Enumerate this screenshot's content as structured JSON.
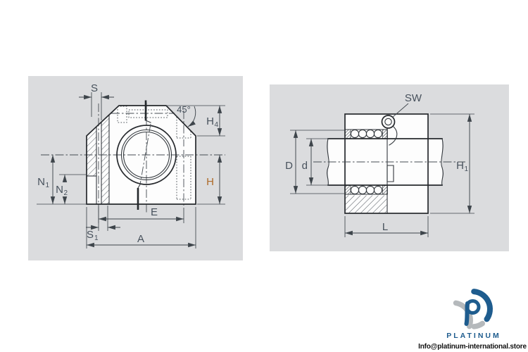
{
  "colors": {
    "panel_background": "#dbdcde",
    "outline": "#26292d",
    "dimension_lines": "#3e454b",
    "label": "#47515c",
    "label_accent": "#ae6a28",
    "logo_blue": "#1e5c8e",
    "logo_gray": "#b5b9bc"
  },
  "left_view": {
    "labels": {
      "S": {
        "label": "S"
      },
      "angle": {
        "label": "45°"
      },
      "H4": {
        "label": "H",
        "sub": "4"
      },
      "N1": {
        "label": "N",
        "sub": "1"
      },
      "N2": {
        "label": "N",
        "sub": "2"
      },
      "E": {
        "label": "E"
      },
      "S1": {
        "label": "S",
        "sub": "1"
      },
      "A": {
        "label": "A"
      },
      "H": {
        "label": "H"
      }
    }
  },
  "right_view": {
    "labels": {
      "SW": {
        "label": "SW"
      },
      "D": {
        "label": "D"
      },
      "d": {
        "label": "d"
      },
      "H1": {
        "label": "H",
        "sub": "1"
      },
      "L": {
        "label": "L"
      }
    }
  },
  "logo": {
    "brand": "PLATINUM",
    "email": "Info@platinum-international.store"
  }
}
